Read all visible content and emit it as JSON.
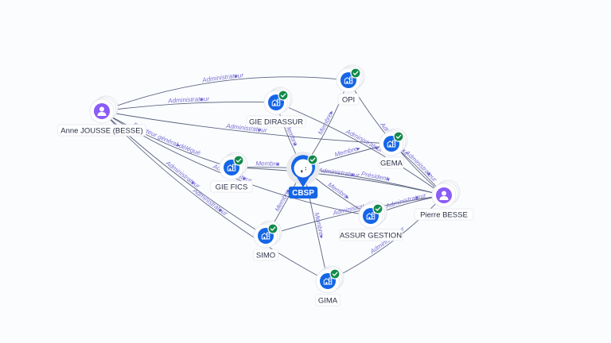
{
  "diagram": {
    "type": "relationship-graph",
    "focus_node": "cbsp",
    "colors": {
      "company": "#1565e6",
      "person": "#8b5cf6",
      "verified_badge": "#128a4a",
      "edge": "#5a6480",
      "edge_label": "#7a6fd6",
      "background": "#fbfcfe"
    },
    "nodes": [
      {
        "id": "anne",
        "label": "Anne JOUSSE (BESSE)",
        "kind": "person",
        "icon": "person-icon",
        "verified": false
      },
      {
        "id": "pierre",
        "label": "Pierre BESSE",
        "kind": "person",
        "icon": "person-icon",
        "verified": false
      },
      {
        "id": "cbsp",
        "label": "CBSP",
        "kind": "company",
        "icon": "building-icon",
        "verified": true,
        "focus": true
      },
      {
        "id": "opi",
        "label": "OPI",
        "kind": "company",
        "icon": "building-icon",
        "verified": true
      },
      {
        "id": "gie_dirassur",
        "label": "GIE DIRASSUR",
        "kind": "company",
        "icon": "building-icon",
        "verified": true
      },
      {
        "id": "gema",
        "label": "GEMA",
        "kind": "company",
        "icon": "building-icon",
        "verified": true
      },
      {
        "id": "gie_fics",
        "label": "GIE FICS",
        "kind": "company",
        "icon": "building-icon",
        "verified": true
      },
      {
        "id": "assur_gestion",
        "label": "ASSUR GESTION",
        "kind": "company",
        "icon": "building-icon",
        "verified": true
      },
      {
        "id": "simo",
        "label": "SIMO",
        "kind": "company",
        "icon": "building-icon",
        "verified": true
      },
      {
        "id": "gima",
        "label": "GIMA",
        "kind": "company",
        "icon": "building-icon",
        "verified": true
      }
    ],
    "edges": [
      {
        "from": "anne",
        "to": "opi",
        "label": "Administrateur"
      },
      {
        "from": "anne",
        "to": "gie_dirassur",
        "label": "Administrateur"
      },
      {
        "from": "anne",
        "to": "gema",
        "label": "Administrateur"
      },
      {
        "from": "anne",
        "to": "gie_fics",
        "label": "Directeur général délégué"
      },
      {
        "from": "anne",
        "to": "simo",
        "label": "Administrateur"
      },
      {
        "from": "anne",
        "to": "gima",
        "label": "Administrateur"
      },
      {
        "from": "anne",
        "to": "assur_gestion",
        "label": "Administrateur"
      },
      {
        "from": "cbsp",
        "to": "gie_fics",
        "label": "Membre"
      },
      {
        "from": "cbsp",
        "to": "gie_dirassur",
        "label": "Membre"
      },
      {
        "from": "cbsp",
        "to": "opi",
        "label": "Membre"
      },
      {
        "from": "cbsp",
        "to": "gema",
        "label": "Membre"
      },
      {
        "from": "cbsp",
        "to": "assur_gestion",
        "label": "Membre"
      },
      {
        "from": "cbsp",
        "to": "simo",
        "label": "Membre"
      },
      {
        "from": "cbsp",
        "to": "gima",
        "label": "Membre"
      },
      {
        "from": "pierre",
        "to": "cbsp",
        "label": "Président"
      },
      {
        "from": "pierre",
        "to": "opi",
        "label": "Administrateur"
      },
      {
        "from": "pierre",
        "to": "gema",
        "label": "Administrateur"
      },
      {
        "from": "pierre",
        "to": "gie_dirassur",
        "label": "Administrateur"
      },
      {
        "from": "pierre",
        "to": "assur_gestion",
        "label": "Administrateur"
      },
      {
        "from": "pierre",
        "to": "simo",
        "label": "Administrateur"
      },
      {
        "from": "pierre",
        "to": "gima",
        "label": "Administrateur"
      },
      {
        "from": "pierre",
        "to": "gie_fics",
        "label": "Administrateur"
      }
    ]
  }
}
